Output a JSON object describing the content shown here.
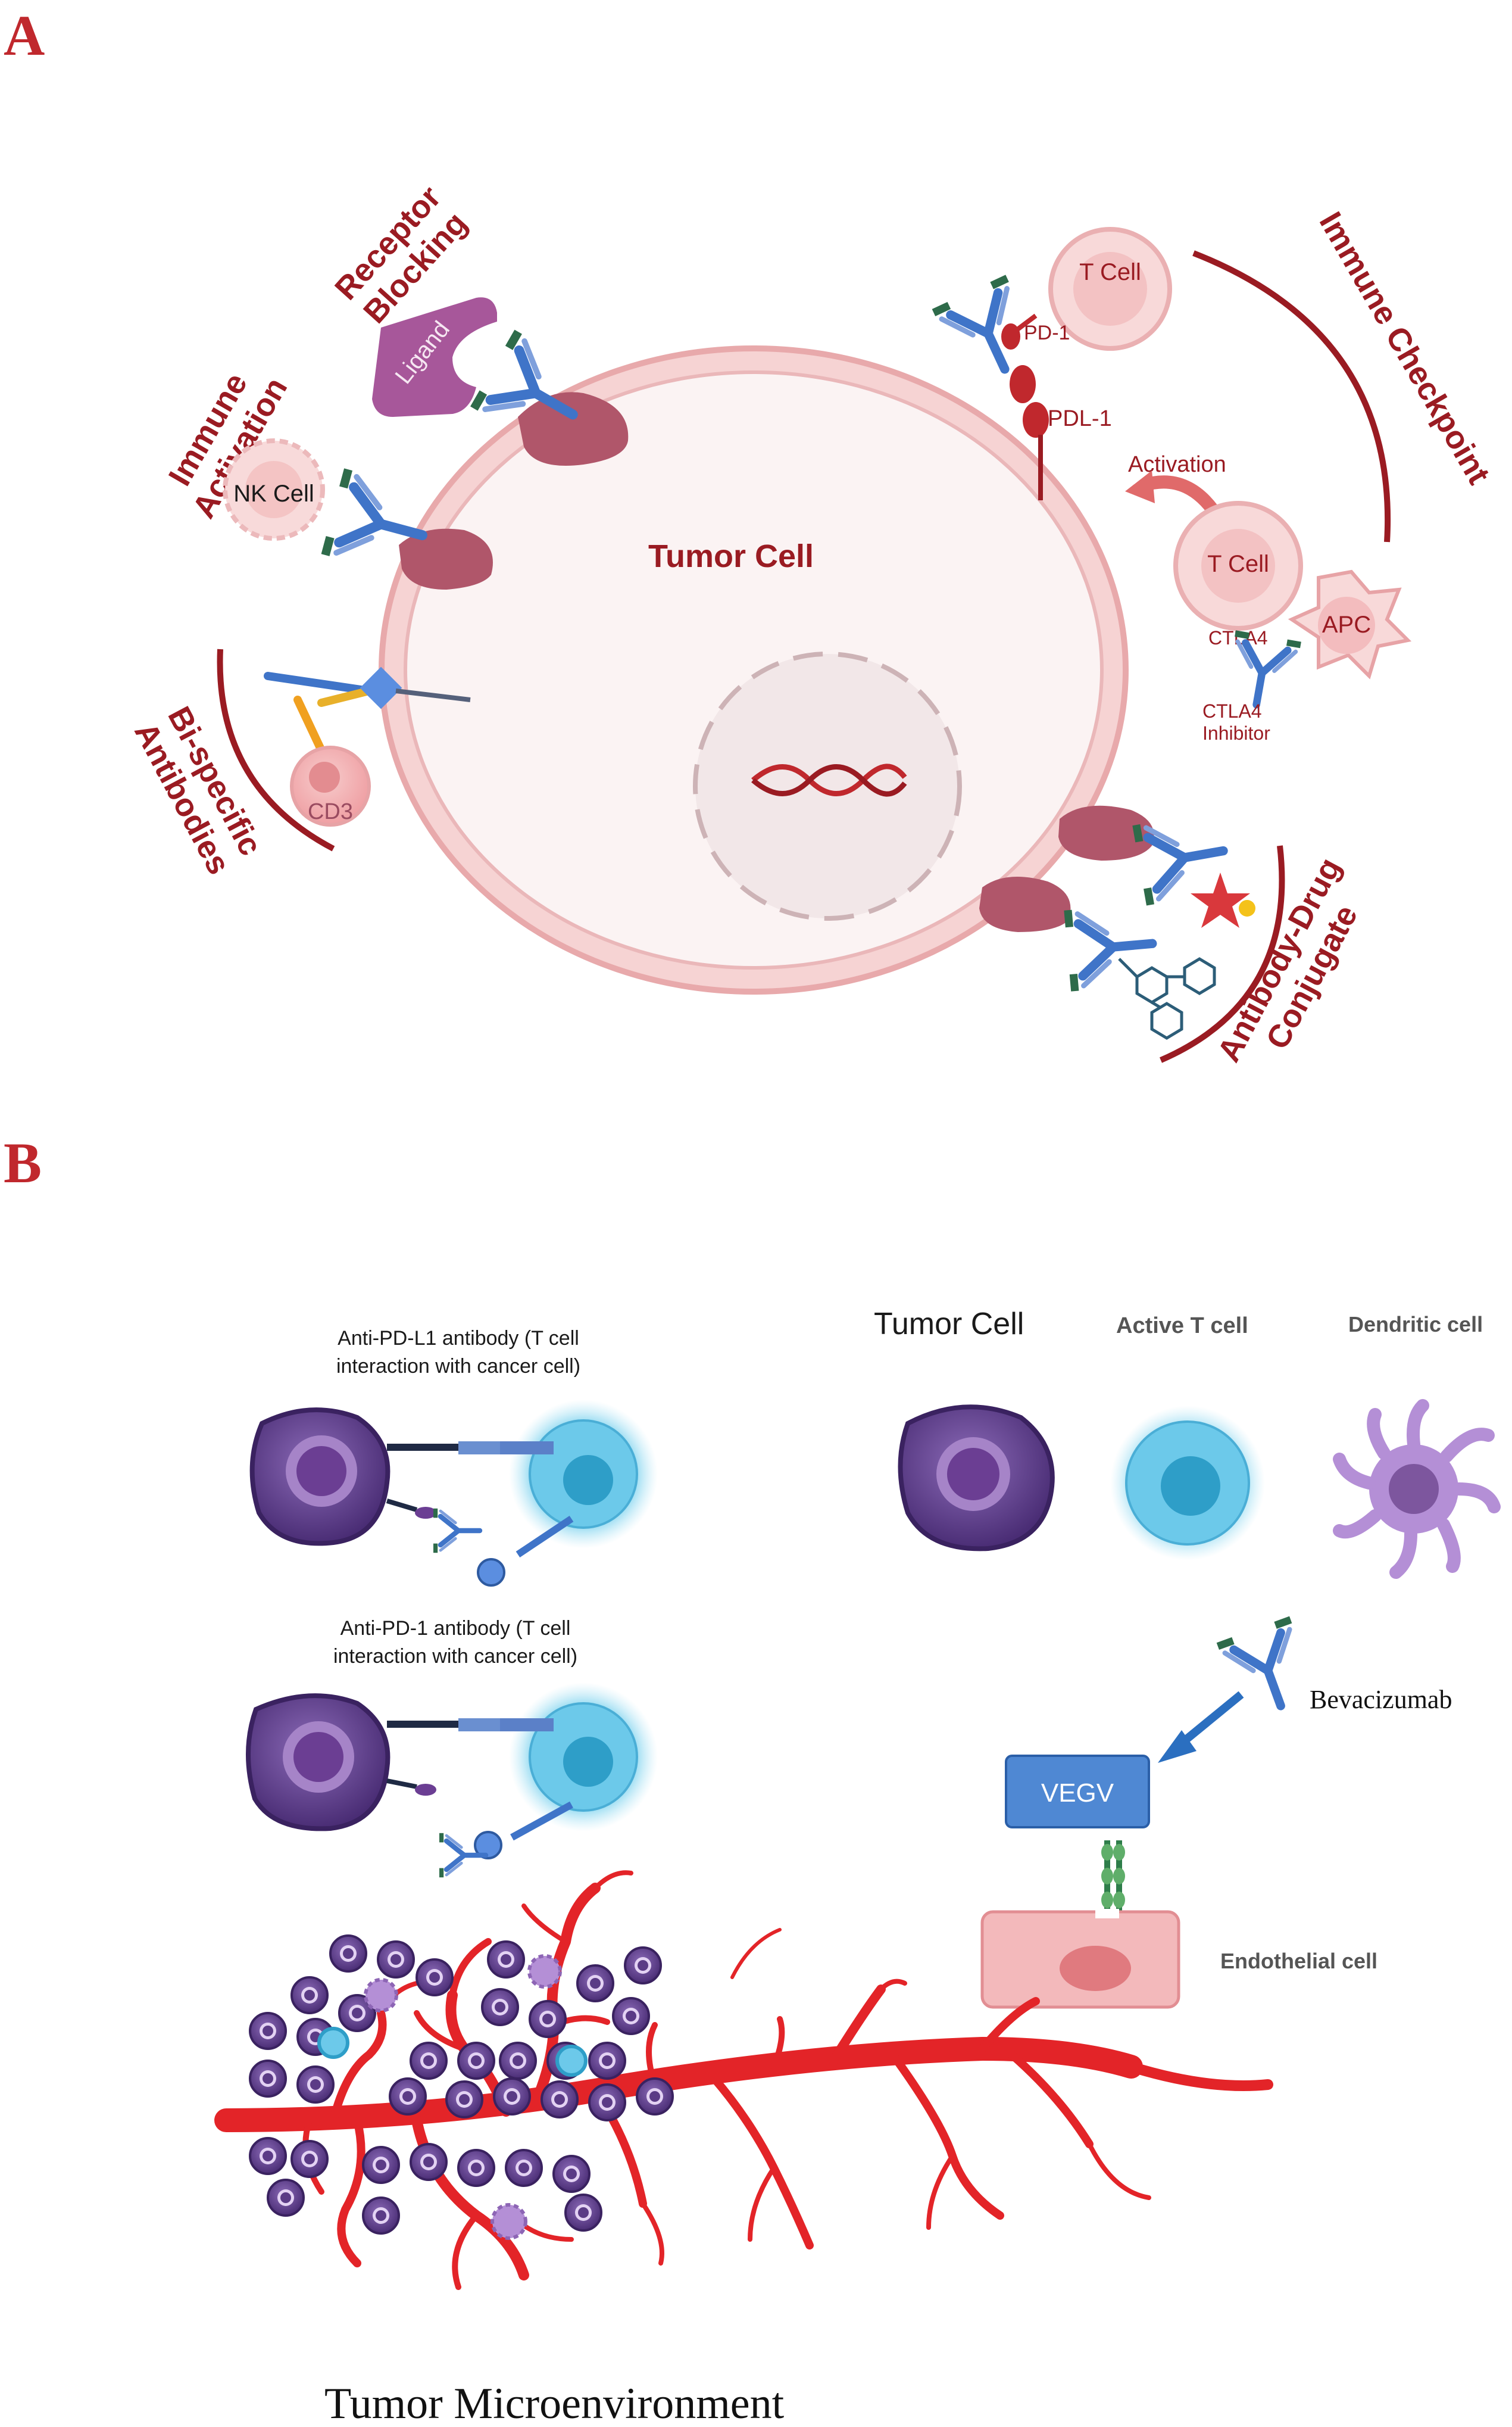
{
  "panelA": {
    "letter": "A",
    "tumor_cell": "Tumor Cell",
    "receptor_blocking_1": "Receptor",
    "receptor_blocking_2": "Blocking",
    "ligand": "Ligand",
    "immune_activation_1": "Immune",
    "immune_activation_2": "Activation",
    "nk_cell": "NK Cell",
    "bispecific_1": "Bi-specific",
    "bispecific_2": "Antibodies",
    "cd3": "CD3",
    "immune_checkpoint": "Immune Checkpoint",
    "t_cell_top": "T Cell",
    "pd1": "PD-1",
    "pdl1": "PDL-1",
    "activation": "Activation",
    "t_cell_mid": "T Cell",
    "apc": "APC",
    "ctla4": "CTLA4",
    "ctla4_inhibitor_1": "CTLA4",
    "ctla4_inhibitor_2": "Inhibitor",
    "adc_1": "Antibody-Drug",
    "adc_2": "Conjugate"
  },
  "panelB": {
    "letter": "B",
    "anti_pdl1_1": "Anti-PD-L1 antibody (T cell",
    "anti_pdl1_2": "interaction with cancer cell)",
    "anti_pd1_1": "Anti-PD-1 antibody (T cell",
    "anti_pd1_2": "interaction with cancer cell)",
    "legend_tumor": "Tumor Cell",
    "legend_tcell": "Active T cell",
    "legend_dendritic": "Dendritic cell",
    "bevacizumab": "Bevacizumab",
    "vegv": "VEGV",
    "endothelial": "Endothelial cell",
    "microenvironment": "Tumor Microenvironment"
  },
  "colors": {
    "dark_red": "#9a1b22",
    "tumor_membrane": "#f2c3c3",
    "receptor": "#b0566a",
    "antibody_blue": "#3f74c8",
    "vessel_red": "#e32428",
    "tumor_purple": "#5b3b86",
    "tcell_blue": "#4ec3e8"
  }
}
